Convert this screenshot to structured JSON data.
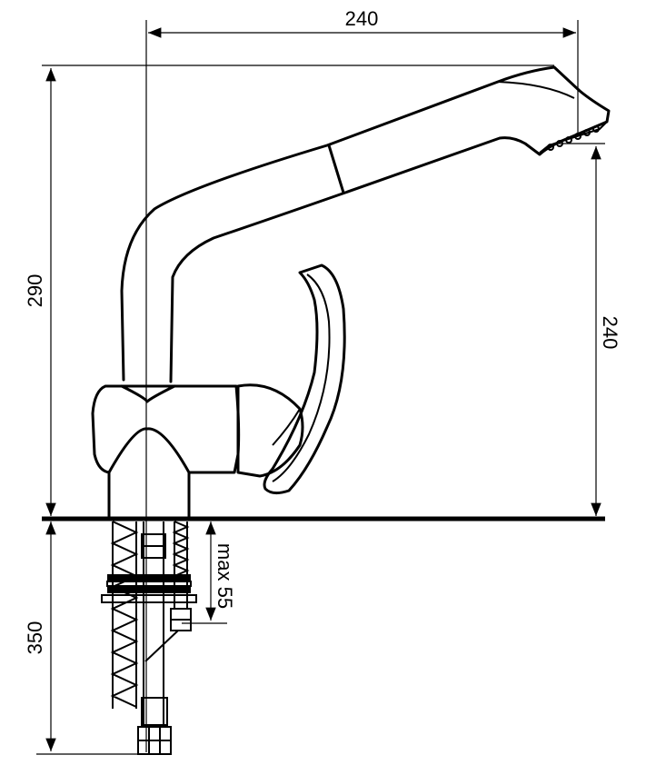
{
  "dimensions": {
    "spout_reach": "240",
    "total_height": "290",
    "outlet_height": "240",
    "hose_length": "350",
    "max_mount_thickness": "max 55"
  }
}
